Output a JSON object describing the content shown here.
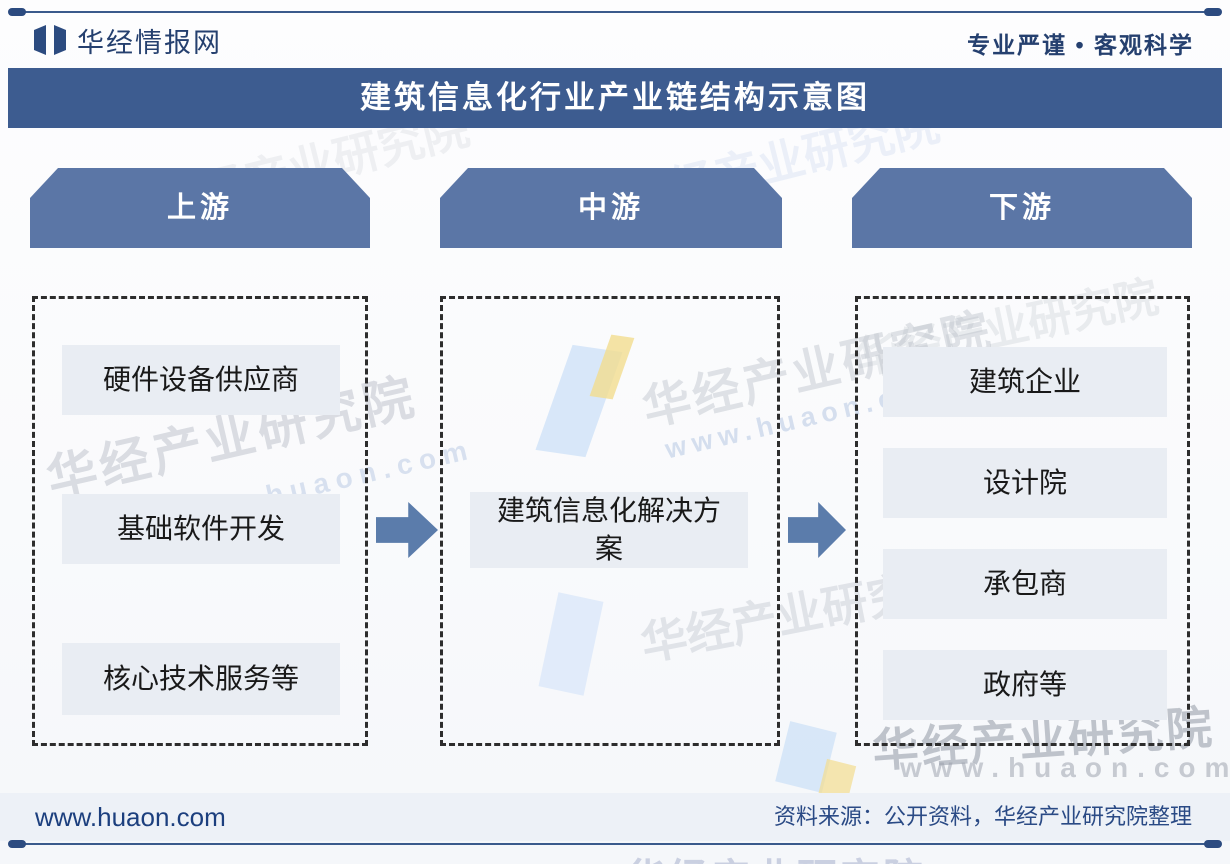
{
  "header": {
    "logo_text": "华经情报网",
    "slogan": "专业严谨 • 客观科学"
  },
  "title": "建筑信息化行业产业链结构示意图",
  "columns": [
    {
      "header": "上游",
      "items": [
        "硬件设备供应商",
        "基础软件开发",
        "核心技术服务等"
      ]
    },
    {
      "header": "中游",
      "items": [
        "建筑信息化解决方案"
      ]
    },
    {
      "header": "下游",
      "items": [
        "建筑企业",
        "设计院",
        "承包商",
        "政府等"
      ]
    }
  ],
  "footer": {
    "website": "www.huaon.com",
    "source": "资料来源：公开资料，华经产业研究院整理"
  },
  "watermark": {
    "name": "华经产业研究院",
    "url": "www.huaon.com"
  },
  "colors": {
    "title_bar": "#3d5c90",
    "column_header": "#5b76a6",
    "arrow": "#5b7cab",
    "item_bg": "#e9edf3",
    "brand_text": "#25406f",
    "rule": "#3a5a8c"
  },
  "icons": {
    "logo": "open-book-icon"
  }
}
